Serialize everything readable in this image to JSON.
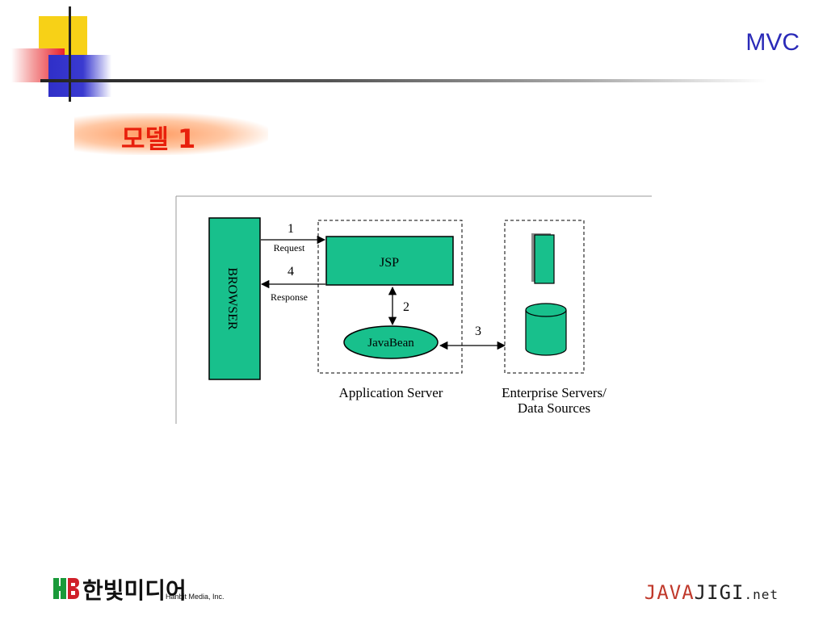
{
  "slide": {
    "title": "MVC",
    "subtitle": "모델 1"
  },
  "diagram": {
    "browser_label": "BROWSER",
    "jsp_label": "JSP",
    "bean_label": "JavaBean",
    "app_server_label": "Application Server",
    "enterprise_label_line1": "Enterprise Servers/",
    "enterprise_label_line2": "Data Sources",
    "step1": "1",
    "step1_label": "Request",
    "step4": "4",
    "step4_label": "Response",
    "step2": "2",
    "step3": "3",
    "colors": {
      "component_fill": "#18c08c",
      "stroke": "#000000"
    }
  },
  "footer": {
    "publisher_kr": "한빛미디어",
    "publisher_en": "Hanbit Media, Inc.",
    "site_part1": "JAVA",
    "site_part2": "JIGI",
    "site_part3": ".net"
  }
}
